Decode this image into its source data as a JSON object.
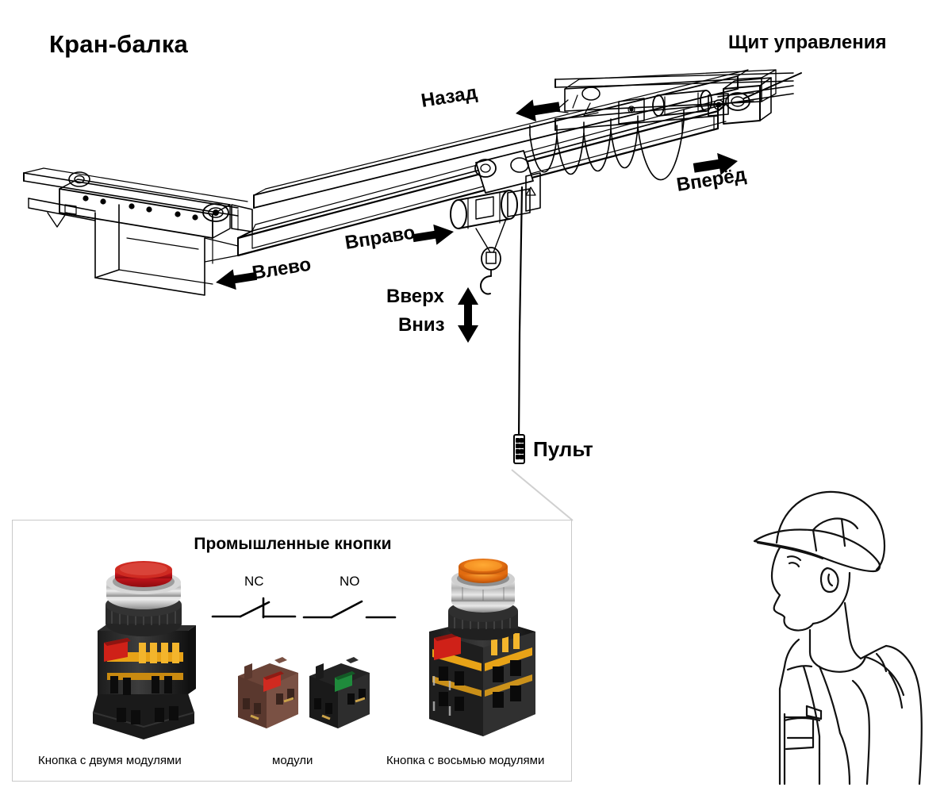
{
  "diagram": {
    "title": "Кран-балка",
    "callouts": {
      "control_panel": "Щит управления",
      "pendant": "Пульт"
    },
    "directions": [
      {
        "key": "back",
        "label": "Назад",
        "arrow": "left",
        "arrow_side": "after"
      },
      {
        "key": "forward",
        "label": "Вперёд",
        "arrow": "right",
        "arrow_side": "above"
      },
      {
        "key": "left",
        "label": "Влево",
        "arrow": "left",
        "arrow_side": "before"
      },
      {
        "key": "right",
        "label": "Вправо",
        "arrow": "right",
        "arrow_side": "after"
      },
      {
        "key": "up",
        "label": "Вверх",
        "arrow": "up",
        "arrow_side": "after"
      },
      {
        "key": "down",
        "label": "Вниз",
        "arrow": "down",
        "arrow_side": "after"
      }
    ]
  },
  "buttons_panel": {
    "title": "Промышленные кнопки",
    "contacts": [
      {
        "name": "NC",
        "meaning": "normally-closed"
      },
      {
        "name": "NO",
        "meaning": "normally-open"
      }
    ],
    "items": [
      {
        "key": "two_modules",
        "caption": "Кнопка с двумя модулями",
        "lens_color": "#c4141b",
        "bezel": "chrome"
      },
      {
        "key": "modules",
        "caption": "модули"
      },
      {
        "key": "eight_modules",
        "caption": "Кнопка с восьмью модулями",
        "lens_color": "#e06b10",
        "bezel": "chrome"
      }
    ],
    "module_colors": {
      "nc_body": "#6b4438",
      "nc_flag": "#d02a20",
      "no_body": "#232323",
      "no_flag": "#1f8a3c"
    },
    "border_color": "#c9c9c9"
  },
  "worker": {
    "alt": "worker-in-hard-hat-profile"
  },
  "colors": {
    "ink": "#000000",
    "panel_border": "#c9c9c9",
    "leader": "#d0d0d0"
  }
}
